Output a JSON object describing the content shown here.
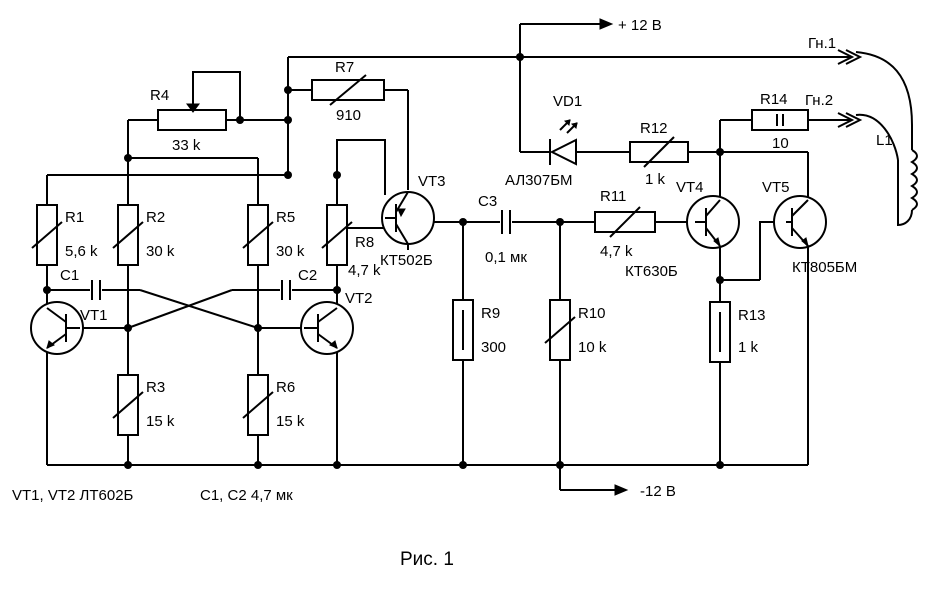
{
  "labels": {
    "plus12": "+ 12 В",
    "minus12": "-12 В",
    "gn1": "Гн.1",
    "gn2": "Гн.2",
    "l1": "L1",
    "vd1": "VD1",
    "vd1_type": "АЛ307БМ",
    "r1": "R1",
    "r1_val": "5,6 k",
    "r2": "R2",
    "r2_val": "30 k",
    "r3": "R3",
    "r3_val": "15 k",
    "r4": "R4",
    "r4_val": "33 k",
    "r5": "R5",
    "r5_val": "30 k",
    "r6": "R6",
    "r6_val": "15 k",
    "r7": "R7",
    "r7_val": "910",
    "r8": "R8",
    "r8_val": "4,7 k",
    "r9": "R9",
    "r9_val": "300",
    "r10": "R10",
    "r10_val": "10 k",
    "r11": "R11",
    "r11_val": "4,7 k",
    "r12": "R12",
    "r12_val": "1 k",
    "r13": "R13",
    "r13_val": "1 k",
    "r14": "R14",
    "r14_val": "10",
    "c1": "C1",
    "c2": "C2",
    "c3": "C3",
    "c3_val": "0,1 мк",
    "vt1": "VT1",
    "vt2": "VT2",
    "vt3": "VT3",
    "vt4": "VT4",
    "vt5": "VT5",
    "vt3_type": "КТ502Б",
    "vt4_type": "КТ630Б",
    "vt5_type": "КТ805БМ",
    "vt12_note": "VT1, VT2  ЛТ602Б",
    "c12_note": "C1, C2  4,7 мк",
    "caption": "Рис. 1"
  }
}
